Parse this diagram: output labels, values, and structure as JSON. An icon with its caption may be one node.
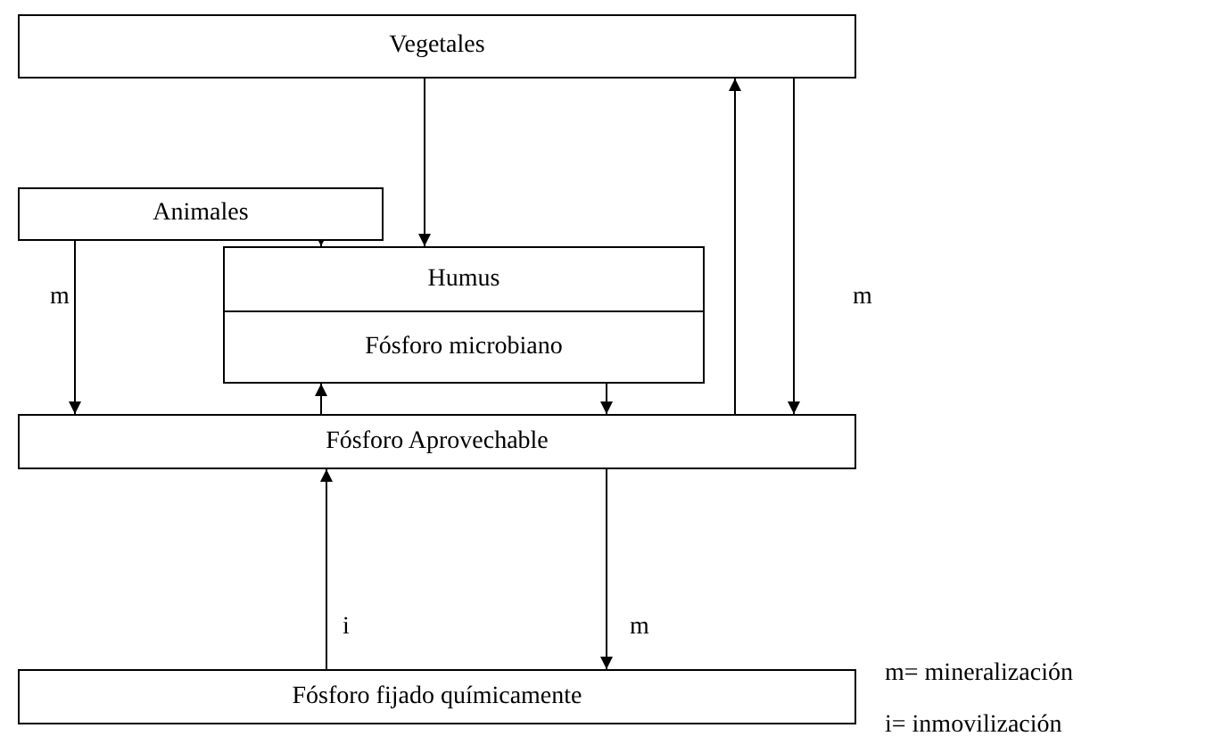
{
  "diagram": {
    "nodes": [
      {
        "text": [
          "Vegetales"
        ]
      },
      {
        "text": [
          "Animales"
        ]
      },
      {
        "text": [
          "Humus"
        ]
      },
      {
        "text": [
          "Fósforo microbiano"
        ]
      },
      {
        "text": [
          "Fósforo Aprovechable"
        ]
      },
      {
        "text": [
          "Fósforo fijado químicamente"
        ]
      }
    ],
    "edges": [
      {
        "from": 0,
        "to": 2,
        "arrow": "to"
      },
      {
        "from": 1,
        "to": 2,
        "arrow": "to"
      },
      {
        "from": 1,
        "to": 4,
        "arrow": "to",
        "label": "m"
      },
      {
        "from": 4,
        "to": 3,
        "arrow": "to"
      },
      {
        "from": 3,
        "to": 4,
        "arrow": "to"
      },
      {
        "from": 4,
        "to": 0,
        "arrow": "to"
      },
      {
        "from": 0,
        "to": 4,
        "arrow": "to",
        "label": "m"
      },
      {
        "from": 5,
        "to": 4,
        "arrow": "to",
        "label": "i"
      },
      {
        "from": 4,
        "to": 5,
        "arrow": "to",
        "label": "m"
      }
    ],
    "labels": [
      "m= mineralización",
      "i= inmovilización"
    ]
  }
}
